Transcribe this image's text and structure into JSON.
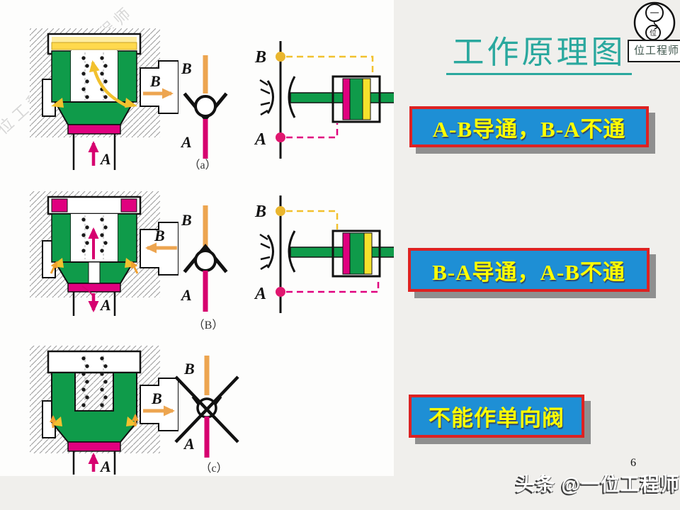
{
  "title": "工作原理图",
  "page_number": "6",
  "footer_brand": "头条 @一位工程师",
  "watermark": "一位工程师",
  "logo": {
    "top_char": "一",
    "bottom_char": "位",
    "label": "位工程师"
  },
  "banners": [
    {
      "text": "A-B导通，B-A不通"
    },
    {
      "text": "B-A导通，A-B不通"
    },
    {
      "text": "不能作单向阀"
    }
  ],
  "labels": {
    "port_a": "A",
    "port_b": "B"
  },
  "captions": {
    "a": "（a）",
    "b": "（B）",
    "c": "（c）"
  },
  "colors": {
    "title_teal": "#2aa89e",
    "banner_blue": "#1e8fd5",
    "banner_border_red": "#dd2222",
    "banner_text_yellow": "#ffff00",
    "valve_green": "#0f9b4a",
    "port_magenta": "#e0007f",
    "port_orange": "#eda550",
    "spring_plate_yellow": "#ffd94d",
    "shadow_gray": "#8f8f8f"
  }
}
